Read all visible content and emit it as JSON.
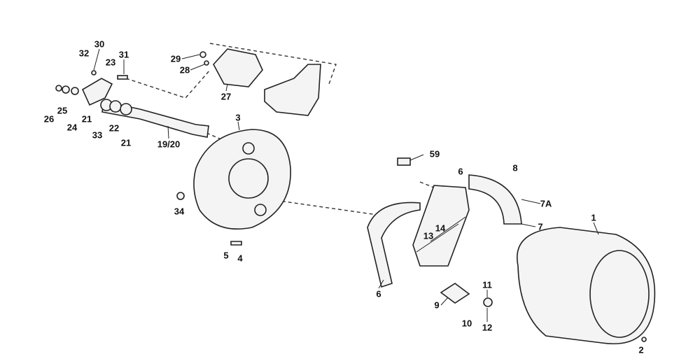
{
  "labels": [
    "30",
    "32",
    "31",
    "23",
    "29",
    "28",
    "27",
    "26",
    "25",
    "24",
    "21",
    "33",
    "22",
    "21",
    "19/20",
    "3",
    "34",
    "5",
    "4",
    "59",
    "6",
    "8",
    "7A",
    "7",
    "1",
    "14",
    "13",
    "6",
    "9",
    "10",
    "11",
    "12",
    "2"
  ]
}
